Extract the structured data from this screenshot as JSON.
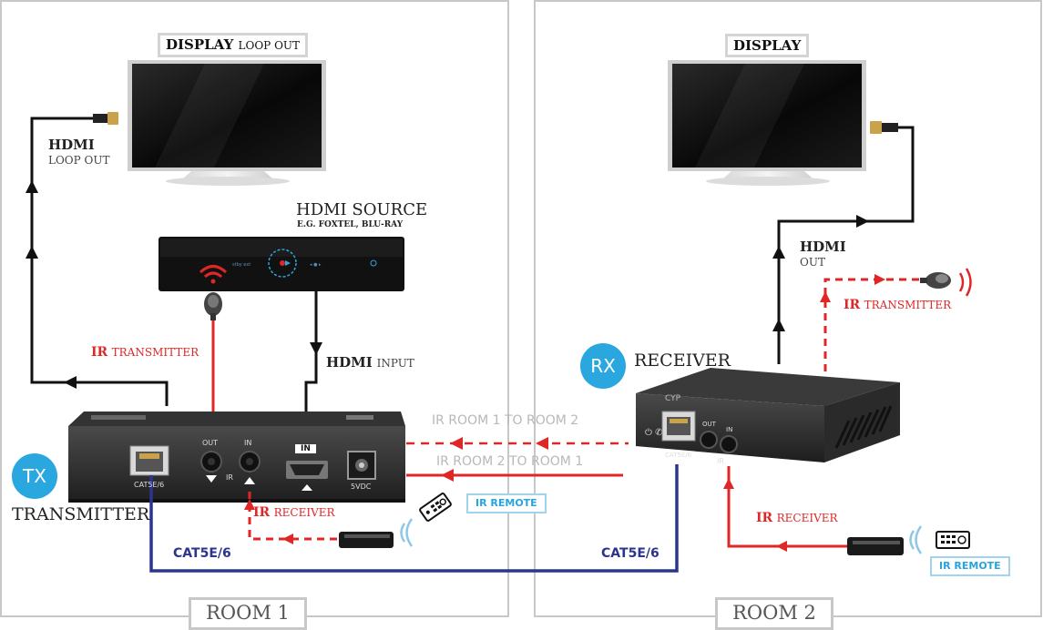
{
  "rooms": {
    "room1": "ROOM 1",
    "room2": "ROOM 2"
  },
  "room1": {
    "display_label_bold": "DISPLAY",
    "display_label_rest": "LOOP OUT",
    "hdmi_loop_bold": "HDMI",
    "hdmi_loop_rest": "LOOP OUT",
    "source_title": "HDMI SOURCE",
    "source_subtitle": "E.G. FOXTEL, BLU-RAY",
    "ir_tx_bold": "IR",
    "ir_tx_rest": "TRANSMITTER",
    "hdmi_input_bold": "HDMI",
    "hdmi_input_rest": "INPUT",
    "tx_badge": "TX",
    "tx_label": "TRANSMITTER",
    "ir_rx_bold": "IR",
    "ir_rx_rest": "RECEIVER",
    "ir_remote": "IR REMOTE",
    "cat_label": "CAT5E/6"
  },
  "links": {
    "ir_room1_to_room2": "IR ROOM 1 TO ROOM 2",
    "ir_room2_to_room1": "IR ROOM 2 TO ROOM 1"
  },
  "room2": {
    "display_label": "DISPLAY",
    "hdmi_out_bold": "HDMI",
    "hdmi_out_rest": "OUT",
    "ir_tx_bold": "IR",
    "ir_tx_rest": "TRANSMITTER",
    "rx_badge": "RX",
    "rx_label": "RECEIVER",
    "ir_rx_bold": "IR",
    "ir_rx_rest": "RECEIVER",
    "ir_remote": "IR REMOTE",
    "cat_label": "CAT5E/6"
  },
  "devices": {
    "tx_ports": {
      "cat": "CAT5E/6",
      "out": "OUT",
      "in": "IN",
      "ir": "IR",
      "hdmi": "IN",
      "power": "5VDC"
    },
    "rx_ports": {
      "cat": "CAT5E/6",
      "out": "OUT",
      "in": "IN",
      "ir": "IR"
    }
  },
  "colors": {
    "red_signal": "#e02727",
    "grey_signal": "#c4c4c4",
    "cat_cable": "#2b3590",
    "badge": "#2aa7df",
    "remote_tag": "#29a3dc"
  }
}
